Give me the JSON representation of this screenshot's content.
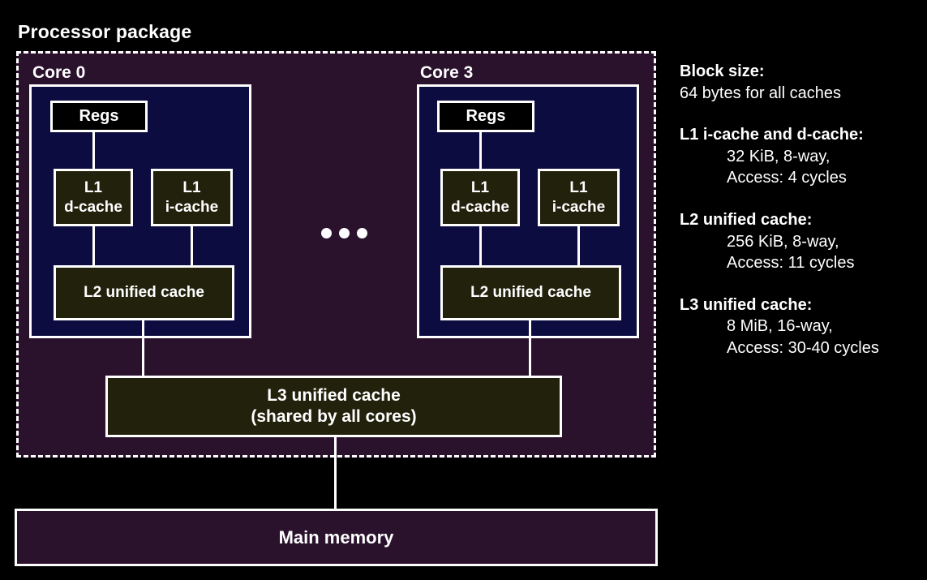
{
  "diagram": {
    "package_title": "Processor package",
    "ellipsis": "•••",
    "main_memory_label": "Main memory",
    "l3_line1": "L3 unified cache",
    "l3_line2": "(shared by all cores)",
    "cores": [
      {
        "title": "Core 0",
        "regs": "Regs",
        "l1d_line1": "L1",
        "l1d_line2": "d-cache",
        "l1i_line1": "L1",
        "l1i_line2": "i-cache",
        "l2": "L2 unified cache"
      },
      {
        "title": "Core 3",
        "regs": "Regs",
        "l1d_line1": "L1",
        "l1d_line2": "d-cache",
        "l1i_line1": "L1",
        "l1i_line2": "i-cache",
        "l2": "L2 unified cache"
      }
    ]
  },
  "legend": {
    "groups": [
      {
        "head": "Block size:",
        "lines": [
          "64 bytes for all caches"
        ],
        "indent": false
      },
      {
        "head": "L1 i-cache and d-cache:",
        "lines": [
          "32 KiB,  8-way,",
          "Access: 4 cycles"
        ],
        "indent": true
      },
      {
        "head": "L2 unified cache:",
        "lines": [
          "256 KiB, 8-way,",
          "Access: 11 cycles"
        ],
        "indent": true
      },
      {
        "head": "L3 unified cache:",
        "lines": [
          "8 MiB, 16-way,",
          "Access: 30-40 cycles"
        ],
        "indent": true
      }
    ]
  },
  "colors": {
    "background": "#000000",
    "package_fill": "#2a112c",
    "core_fill": "#0c0c40",
    "cache_fill": "#22210c",
    "regs_fill": "#000000",
    "stroke": "#ffffff",
    "text": "#ffffff"
  }
}
